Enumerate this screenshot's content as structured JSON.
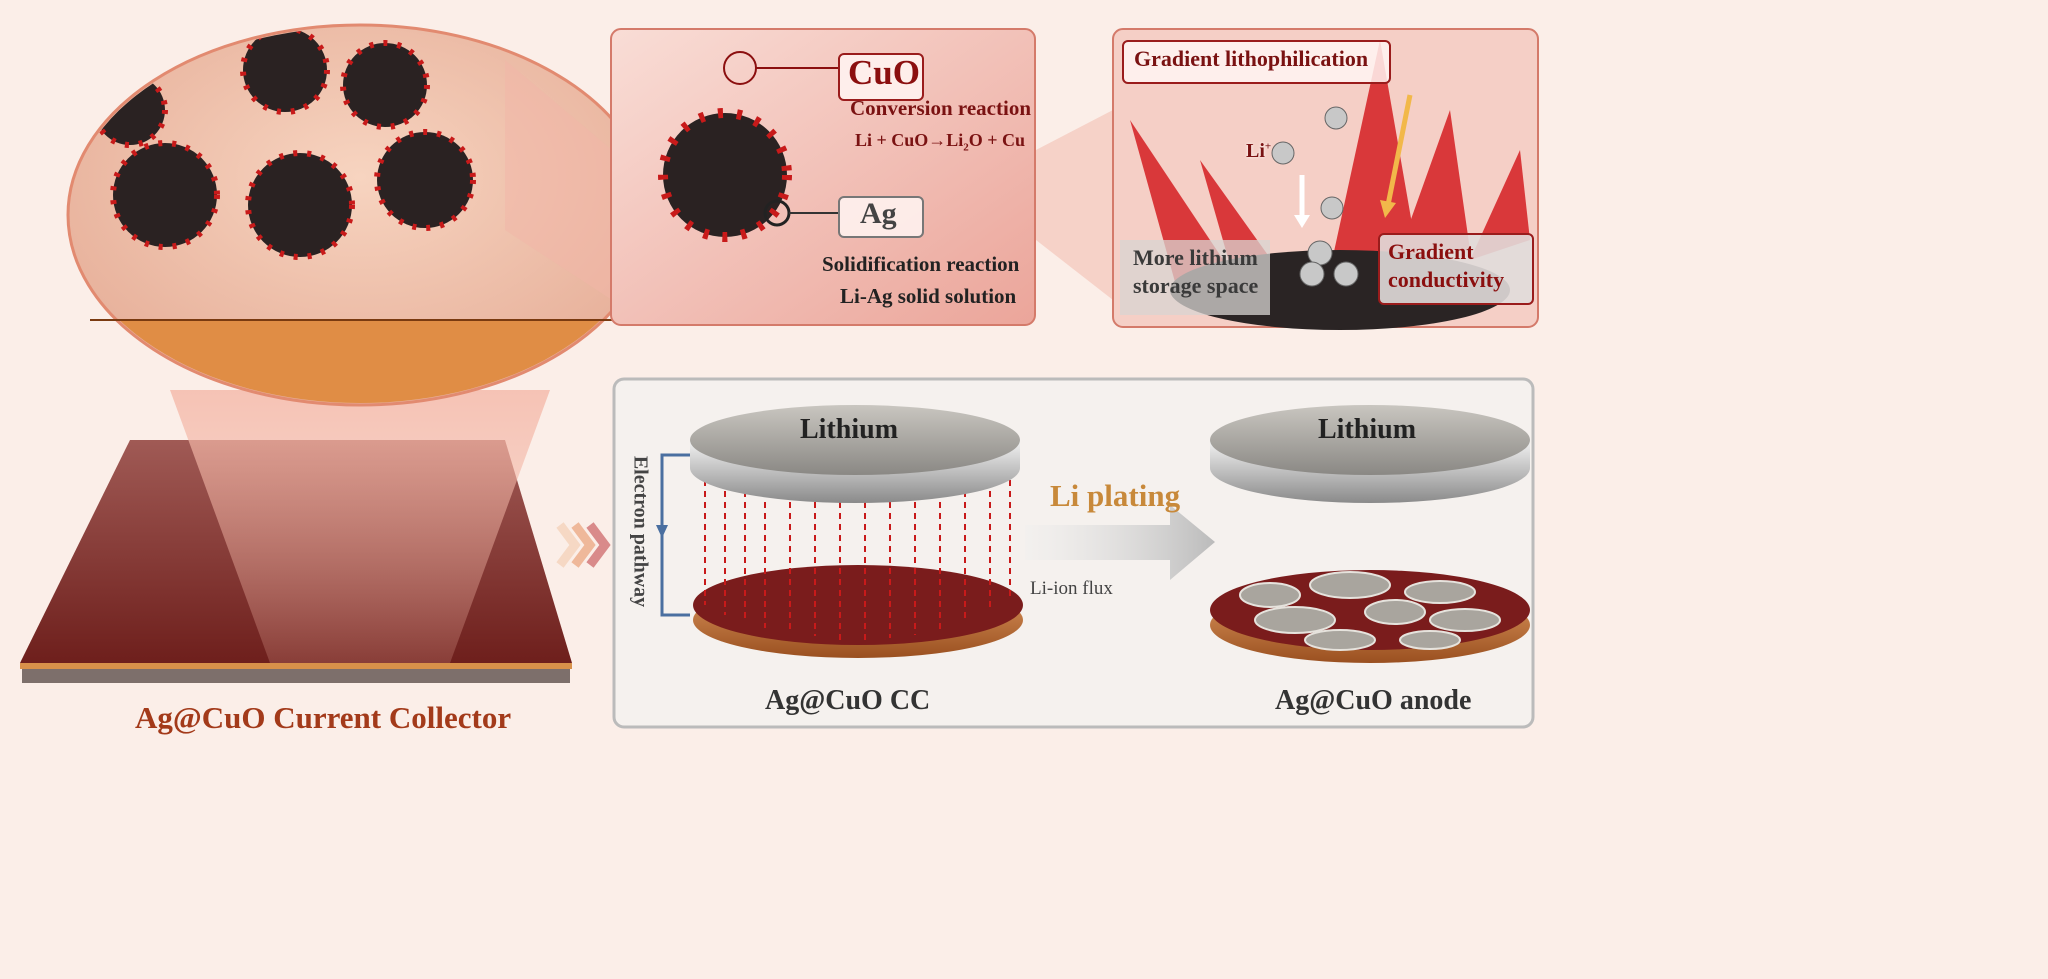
{
  "main_label": "Ag@CuO Current Collector",
  "panel_reactions": {
    "cuo_label": "CuO",
    "conversion_title": "Conversion reaction",
    "conversion_eq_a": "Li + CuO→Li",
    "conversion_eq_sub": "2",
    "conversion_eq_b": "O + Cu",
    "ag_label": "Ag",
    "solidification_title": "Solidification reaction",
    "solidification_sub": "Li-Ag solid solution"
  },
  "panel_gradient": {
    "lithophilication": "Gradient lithophilication",
    "li_ion": "Li",
    "li_charge": "+",
    "storage_line1": "More lithium",
    "storage_line2": "storage space",
    "conductivity_line1": "Gradient",
    "conductivity_line2": "conductivity"
  },
  "panel_plating": {
    "lithium_left": "Lithium",
    "lithium_right": "Lithium",
    "electron_pathway": "Electron pathway",
    "li_ion_flux": "Li-ion flux",
    "li_plating": "Li plating",
    "cc_label": "Ag@CuO CC",
    "anode_label": "Ag@CuO anode"
  },
  "colors": {
    "dark_red": "#8b0f0f",
    "copper": "#c87a3a",
    "gold": "#c8893a",
    "blue": "#4a6fa0"
  }
}
